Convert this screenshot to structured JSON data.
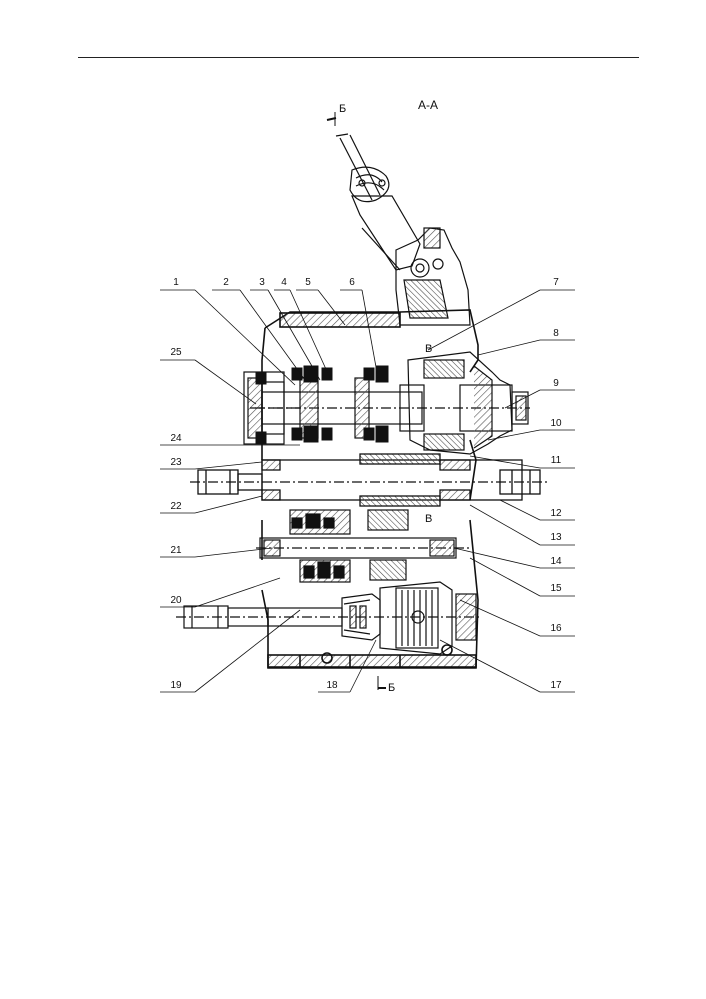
{
  "section_view_label": "А-А",
  "section_marks": {
    "cut": "Б",
    "view": "В"
  },
  "callouts": [
    "1",
    "2",
    "3",
    "4",
    "5",
    "6",
    "7",
    "8",
    "9",
    "10",
    "11",
    "12",
    "13",
    "14",
    "15",
    "16",
    "17",
    "18",
    "19",
    "20",
    "21",
    "22",
    "23",
    "24",
    "25"
  ],
  "colors": {
    "ink": "#111111",
    "paper": "#ffffff",
    "hatch": "#555555"
  }
}
